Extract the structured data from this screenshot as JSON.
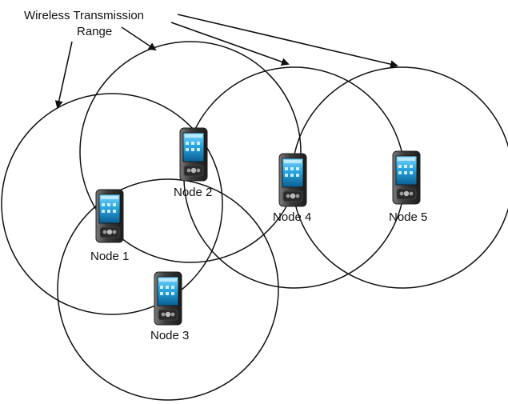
{
  "diagram": {
    "caption_line1": "Wireless Transmission",
    "caption_line2": "Range",
    "nodes": [
      {
        "id": "node-1",
        "label": "Node 1"
      },
      {
        "id": "node-2",
        "label": "Node 2"
      },
      {
        "id": "node-3",
        "label": "Node 3"
      },
      {
        "id": "node-4",
        "label": "Node 4"
      },
      {
        "id": "node-5",
        "label": "Node 5"
      }
    ],
    "icon": "pda-device-icon",
    "colors": {
      "line": "#111111",
      "device_body": "#3b3b3b",
      "device_screen": "#2aa6e0"
    }
  }
}
